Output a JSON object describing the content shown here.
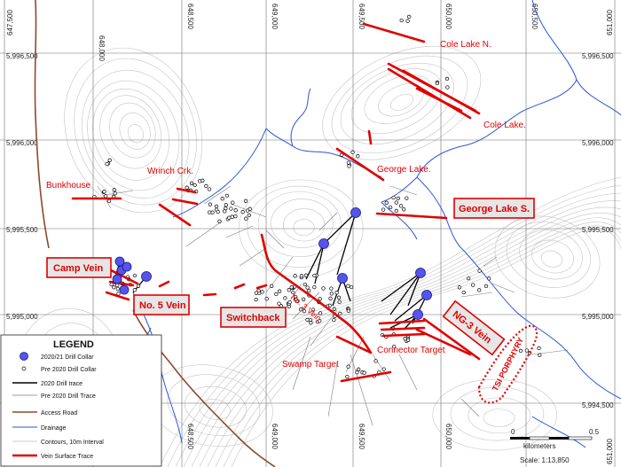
{
  "map": {
    "easting_labels_top": [
      "647,500",
      "648,000",
      "648,500",
      "649,000",
      "649,500",
      "650,000",
      "650,500",
      "651,000"
    ],
    "easting_labels_bottom": [
      "648,500",
      "649,000",
      "649,500",
      "650,000",
      "651,000"
    ],
    "northing_labels_left": [
      "5,996,500",
      "5,996,000",
      "5,995,500",
      "5,995,000"
    ],
    "northing_labels_right": [
      "5,996,500",
      "5,996,000",
      "5,995,500",
      "5,995,000",
      "5,994,500"
    ]
  },
  "veins": {
    "cole_lake_n": "Cole Lake N.",
    "cole_lake": "Cole Lake.",
    "wrinch": "Wrinch Crk.",
    "bunkhouse": "Bunkhouse",
    "george_lake": "George Lake.",
    "no3": "No. 3 Vein",
    "swamp": "Swamp Target",
    "connector": "Connector Target"
  },
  "boxed": {
    "camp": "Camp Vein",
    "no5": "No. 5 Vein",
    "switchback": "Switchback",
    "george_s": "George Lake S.",
    "ng3": "NG-3 Vein"
  },
  "tsi": "TSI PORPHYRY",
  "legend": {
    "title": "LEGEND",
    "items": [
      "2020/21 Drill Collar",
      "Pre 2020 Drill Collar",
      "2020 Drill trace",
      "Pre 2020 Drill Trace",
      "Access Road",
      "Drainage",
      "Contours, 10m Interval",
      "Vein Surface Trace"
    ]
  },
  "scale": {
    "zero": "0",
    "half": "0.5",
    "unit": "kilometers",
    "text": "Scale: 1:13,850"
  },
  "colors": {
    "vein": "#e00000",
    "drainage": "#2b55d6",
    "road": "#8b4a2b",
    "collar2020": "#5555ee",
    "contour": "#bdbdbd",
    "grid": "#666666"
  }
}
